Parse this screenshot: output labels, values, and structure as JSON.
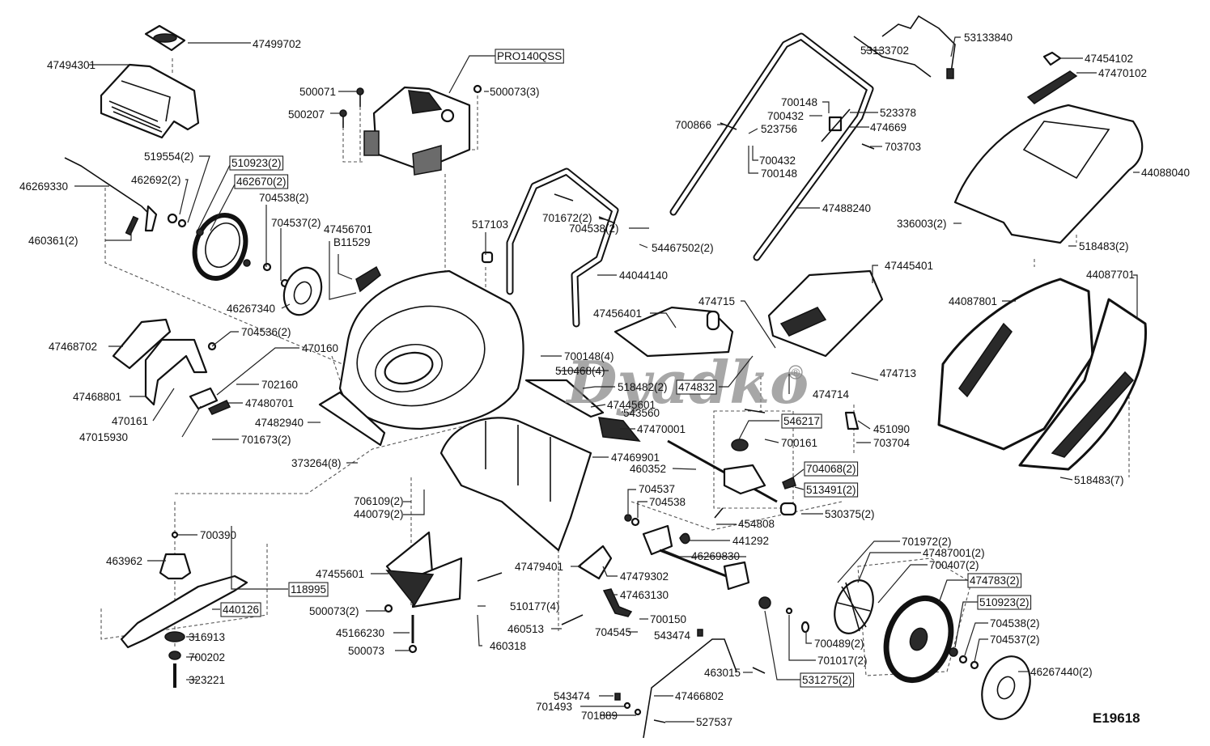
{
  "diagram": {
    "title": "Lawn mower exploded parts diagram",
    "diagram_code": "E19618",
    "watermark": "Dyadko",
    "watermark_symbol": "®",
    "labels": [
      {
        "id": "l0",
        "text": "47499702",
        "boxed": false
      },
      {
        "id": "l1",
        "text": "47494301",
        "boxed": false
      },
      {
        "id": "l2",
        "text": "500071",
        "boxed": false
      },
      {
        "id": "l3",
        "text": "500207",
        "boxed": false
      },
      {
        "id": "l4",
        "text": "PRO140QSS",
        "boxed": true
      },
      {
        "id": "l5",
        "text": "500073(3)",
        "boxed": false
      },
      {
        "id": "l6",
        "text": "519554(2)",
        "boxed": false
      },
      {
        "id": "l7",
        "text": "510923(2)",
        "boxed": true
      },
      {
        "id": "l8",
        "text": "462670(2)",
        "boxed": true
      },
      {
        "id": "l9",
        "text": "462692(2)",
        "boxed": false
      },
      {
        "id": "l10",
        "text": "46269330",
        "boxed": false
      },
      {
        "id": "l11",
        "text": "704538(2)",
        "boxed": false
      },
      {
        "id": "l12",
        "text": "704537(2)",
        "boxed": false
      },
      {
        "id": "l13",
        "text": "47456701",
        "boxed": false
      },
      {
        "id": "l14",
        "text": "B11529",
        "boxed": false
      },
      {
        "id": "l15",
        "text": "460361(2)",
        "boxed": false
      },
      {
        "id": "l16",
        "text": "46267340",
        "boxed": false
      },
      {
        "id": "l17",
        "text": "517103",
        "boxed": false
      },
      {
        "id": "l18",
        "text": "701672(2)",
        "boxed": false
      },
      {
        "id": "l19",
        "text": "704538(2)",
        "boxed": false
      },
      {
        "id": "l20",
        "text": "54467502(2)",
        "boxed": false
      },
      {
        "id": "l21",
        "text": "44044140",
        "boxed": false
      },
      {
        "id": "l22",
        "text": "53133702",
        "boxed": false
      },
      {
        "id": "l23",
        "text": "53133840",
        "boxed": false
      },
      {
        "id": "l24",
        "text": "700148",
        "boxed": false
      },
      {
        "id": "l25",
        "text": "700432",
        "boxed": false
      },
      {
        "id": "l26",
        "text": "523378",
        "boxed": false
      },
      {
        "id": "l27",
        "text": "474669",
        "boxed": false
      },
      {
        "id": "l28",
        "text": "700866",
        "boxed": false
      },
      {
        "id": "l29",
        "text": "523756",
        "boxed": false
      },
      {
        "id": "l30",
        "text": "703703",
        "boxed": false
      },
      {
        "id": "l31",
        "text": "700432",
        "boxed": false
      },
      {
        "id": "l32",
        "text": "700148",
        "boxed": false
      },
      {
        "id": "l33",
        "text": "47488240",
        "boxed": false
      },
      {
        "id": "l34",
        "text": "47454102",
        "boxed": false
      },
      {
        "id": "l35",
        "text": "47470102",
        "boxed": false
      },
      {
        "id": "l36",
        "text": "44088040",
        "boxed": false
      },
      {
        "id": "l37",
        "text": "336003(2)",
        "boxed": false
      },
      {
        "id": "l38",
        "text": "518483(2)",
        "boxed": false
      },
      {
        "id": "l39",
        "text": "47445401",
        "boxed": false
      },
      {
        "id": "l40",
        "text": "44087701",
        "boxed": false
      },
      {
        "id": "l41",
        "text": "44087801",
        "boxed": false
      },
      {
        "id": "l42",
        "text": "474715",
        "boxed": false
      },
      {
        "id": "l43",
        "text": "47456401",
        "boxed": false
      },
      {
        "id": "l44",
        "text": "704536(2)",
        "boxed": false
      },
      {
        "id": "l45",
        "text": "470160",
        "boxed": false
      },
      {
        "id": "l46",
        "text": "47468702",
        "boxed": false
      },
      {
        "id": "l47",
        "text": "702160",
        "boxed": false
      },
      {
        "id": "l48",
        "text": "47468801",
        "boxed": false
      },
      {
        "id": "l49",
        "text": "47480701",
        "boxed": false
      },
      {
        "id": "l50",
        "text": "470161",
        "boxed": false
      },
      {
        "id": "l51",
        "text": "47482940",
        "boxed": false
      },
      {
        "id": "l52",
        "text": "47015930",
        "boxed": false
      },
      {
        "id": "l53",
        "text": "701673(2)",
        "boxed": false
      },
      {
        "id": "l54",
        "text": "373264(8)",
        "boxed": false
      },
      {
        "id": "l55",
        "text": "700148(4)",
        "boxed": false
      },
      {
        "id": "l56",
        "text": "510468(4)",
        "boxed": false
      },
      {
        "id": "l57",
        "text": "518482(2)",
        "boxed": false
      },
      {
        "id": "l58",
        "text": "474832",
        "boxed": true
      },
      {
        "id": "l59",
        "text": "47445601",
        "boxed": false
      },
      {
        "id": "l60",
        "text": "543560",
        "boxed": false
      },
      {
        "id": "l61",
        "text": "47470001",
        "boxed": false
      },
      {
        "id": "l62",
        "text": "474713",
        "boxed": false
      },
      {
        "id": "l63",
        "text": "474714",
        "boxed": false
      },
      {
        "id": "l64",
        "text": "546217",
        "boxed": true
      },
      {
        "id": "l65",
        "text": "451090",
        "boxed": false
      },
      {
        "id": "l66",
        "text": "700161",
        "boxed": false
      },
      {
        "id": "l67",
        "text": "703704",
        "boxed": false
      },
      {
        "id": "l68",
        "text": "47469901",
        "boxed": false
      },
      {
        "id": "l69",
        "text": "460352",
        "boxed": false
      },
      {
        "id": "l70",
        "text": "704068(2)",
        "boxed": true
      },
      {
        "id": "l71",
        "text": "513491(2)",
        "boxed": true
      },
      {
        "id": "l72",
        "text": "518483(7)",
        "boxed": false
      },
      {
        "id": "l73",
        "text": "704537",
        "boxed": false
      },
      {
        "id": "l74",
        "text": "704538",
        "boxed": false
      },
      {
        "id": "l75",
        "text": "706109(2)",
        "boxed": false
      },
      {
        "id": "l76",
        "text": "440079(2)",
        "boxed": false
      },
      {
        "id": "l77",
        "text": "530375(2)",
        "boxed": false
      },
      {
        "id": "l78",
        "text": "454808",
        "boxed": false
      },
      {
        "id": "l79",
        "text": "700390",
        "boxed": false
      },
      {
        "id": "l80",
        "text": "441292",
        "boxed": false
      },
      {
        "id": "l81",
        "text": "46269830",
        "boxed": false
      },
      {
        "id": "l82",
        "text": "463962",
        "boxed": false
      },
      {
        "id": "l83",
        "text": "701972(2)",
        "boxed": false
      },
      {
        "id": "l84",
        "text": "47487001(2)",
        "boxed": false
      },
      {
        "id": "l85",
        "text": "700407(2)",
        "boxed": false
      },
      {
        "id": "l86",
        "text": "47455601",
        "boxed": false
      },
      {
        "id": "l87",
        "text": "47479401",
        "boxed": false
      },
      {
        "id": "l88",
        "text": "47479302",
        "boxed": false
      },
      {
        "id": "l89",
        "text": "474783(2)",
        "boxed": true
      },
      {
        "id": "l90",
        "text": "118995",
        "boxed": true
      },
      {
        "id": "l91",
        "text": "440126",
        "boxed": true
      },
      {
        "id": "l92",
        "text": "47463130",
        "boxed": false
      },
      {
        "id": "l93",
        "text": "510923(2)",
        "boxed": true
      },
      {
        "id": "l94",
        "text": "500073(2)",
        "boxed": false
      },
      {
        "id": "l95",
        "text": "510177(4)",
        "boxed": false
      },
      {
        "id": "l96",
        "text": "700150",
        "boxed": false
      },
      {
        "id": "l97",
        "text": "704538(2)",
        "boxed": false
      },
      {
        "id": "l98",
        "text": "460513",
        "boxed": false
      },
      {
        "id": "l99",
        "text": "704545",
        "boxed": false
      },
      {
        "id": "l100",
        "text": "543474",
        "boxed": false
      },
      {
        "id": "l101",
        "text": "700489(2)",
        "boxed": false
      },
      {
        "id": "l102",
        "text": "704537(2)",
        "boxed": false
      },
      {
        "id": "l103",
        "text": "45166230",
        "boxed": false
      },
      {
        "id": "l104",
        "text": "316913",
        "boxed": false
      },
      {
        "id": "l105",
        "text": "460318",
        "boxed": false
      },
      {
        "id": "l106",
        "text": "701017(2)",
        "boxed": false
      },
      {
        "id": "l107",
        "text": "700202",
        "boxed": false
      },
      {
        "id": "l108",
        "text": "500073",
        "boxed": false
      },
      {
        "id": "l109",
        "text": "463015",
        "boxed": false
      },
      {
        "id": "l110",
        "text": "46267440(2)",
        "boxed": false
      },
      {
        "id": "l111",
        "text": "531275(2)",
        "boxed": true
      },
      {
        "id": "l112",
        "text": "323221",
        "boxed": false
      },
      {
        "id": "l113",
        "text": "543474",
        "boxed": false
      },
      {
        "id": "l114",
        "text": "47466802",
        "boxed": false
      },
      {
        "id": "l115",
        "text": "701493",
        "boxed": false
      },
      {
        "id": "l116",
        "text": "701889",
        "boxed": false
      },
      {
        "id": "l117",
        "text": "527537",
        "boxed": false
      }
    ]
  }
}
